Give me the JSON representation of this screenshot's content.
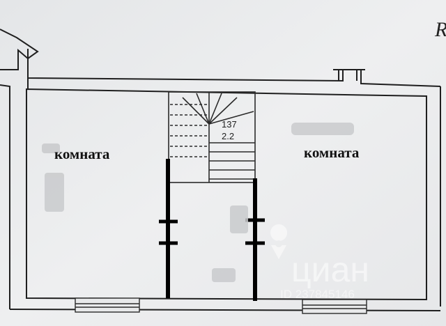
{
  "plan": {
    "rooms": [
      {
        "label": "комната"
      },
      {
        "label": "комната"
      }
    ],
    "stair_label": {
      "number": "137",
      "floor": "2.2"
    },
    "corner_glyph": "R",
    "watermark": {
      "brand": "циан",
      "listing_id": "ID 237845146"
    },
    "colors": {
      "paper": "#ebeced",
      "wall": "#1f1f1f",
      "partition": "#000000",
      "window": "#2a2a2a"
    }
  }
}
